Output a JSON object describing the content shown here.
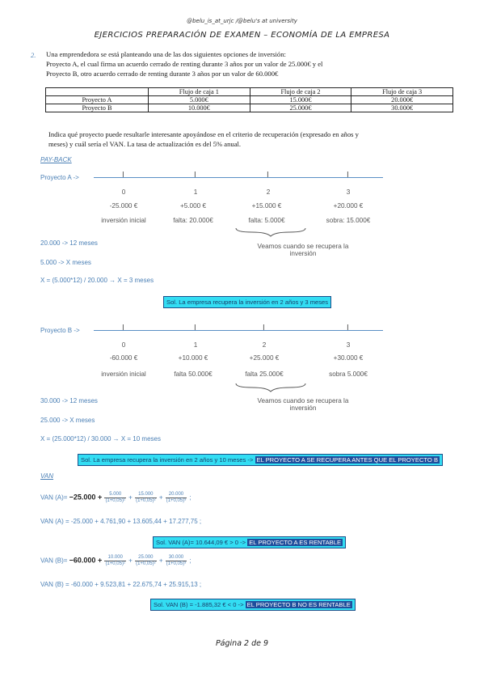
{
  "header": {
    "handle": "@belu_is_at_urjc  /@belu's at university",
    "title": "EJERCICIOS PREPARACIÓN DE EXAMEN – ECONOMÍA DE LA EMPRESA"
  },
  "question": {
    "number": "2.",
    "lines": [
      "Una emprendedora se está planteando una de las dos siguientes opciones de inversión:",
      "Proyecto A, el cual firma un acuerdo cerrado de renting durante 3 años por un valor de 25.000€ y el",
      "Proyecto B, otro acuerdo cerrado de renting durante 3 años por un valor de 60.000€"
    ]
  },
  "table": {
    "headers": [
      "",
      "Flujo de caja 1",
      "Flujo de caja 2",
      "Flujo de caja 3"
    ],
    "rows": [
      [
        "Proyecto A",
        "5.000€",
        "15.000€",
        "20.000€"
      ],
      [
        "Proyecto B",
        "10.000€",
        "25.000€",
        "30.000€"
      ]
    ]
  },
  "prompt": [
    "Indica qué proyecto puede resultarle interesante apoyándose en el criterio de recuperación (expresado en años y",
    "meses) y cuál sería el VAN. La tasa de actualización es del 5% anual."
  ],
  "payback": {
    "heading": "PAY-BACK",
    "projA": {
      "label": "Proyecto A ->",
      "years": [
        "0",
        "1",
        "2",
        "3"
      ],
      "flows": [
        "-25.000 €",
        "+5.000 €",
        "+15.000 €",
        "+20.000 €"
      ],
      "notes": [
        "inversión inicial",
        "falta: 20.000€",
        "falta: 5.000€",
        "sobra: 15.000€"
      ],
      "brace": [
        "Veamos cuando se recupera la",
        "inversión"
      ],
      "calc": [
        "20.000 -> 12 meses",
        "5.000 -> X meses",
        "X = (5.000*12) / 20.000  →  X = 3 meses"
      ],
      "sol": "Sol. La empresa recupera la inversión en 2 años y 3 meses"
    },
    "projB": {
      "label": "Proyecto B ->",
      "years": [
        "0",
        "1",
        "2",
        "3"
      ],
      "flows": [
        "-60.000 €",
        "+10.000 €",
        "+25.000 €",
        "+30.000 €"
      ],
      "notes": [
        "inversión inicial",
        "falta 50.000€",
        "falta 25.000€",
        "sobra 5.000€"
      ],
      "brace": [
        "Veamos cuando se recupera la",
        "inversión"
      ],
      "calc": [
        "30.000 -> 12 meses",
        "25.000 -> X meses",
        "X = (25.000*12) / 30.000  →  X = 10 meses"
      ],
      "sol": "Sol. La empresa recupera la inversión en 2 años y 10 meses ->",
      "sol_dark": "EL PROYECTO A SE RECUPERA ANTES QUE EL PROYECTO B"
    }
  },
  "van": {
    "heading": "VAN",
    "a_prefix": "VAN (A)=",
    "a_init": "−25.000 +",
    "a_nums": [
      "5.000",
      "15.000",
      "20.000"
    ],
    "a_dens": [
      "(1+0,05)¹",
      "(1+0,05)²",
      "(1+0,05)³"
    ],
    "a_line2": "VAN (A) = -25.000 + 4.761,90 + 13.605,44 + 17.277,75 ;",
    "a_sol": "Sol. VAN (A)= 10.644,09 € > 0 ->",
    "a_sol_dark": "EL PROYECTO A ES RENTABLE",
    "b_prefix": "VAN (B)=",
    "b_init": "−60.000 +",
    "b_nums": [
      "10.000",
      "25.000",
      "30.000"
    ],
    "b_dens": [
      "(1+0,05)¹",
      "(1+0,05)²",
      "(1+0,05)³"
    ],
    "b_line2": "VAN (B) = -60.000 + 9.523,81 + 22.675,74 + 25.915,13 ;",
    "b_sol": "Sol. VAN (B) = -1.885,32 € < 0 ->",
    "b_sol_dark": "EL PROYECTO B NO ES RENTABLE"
  },
  "footer": {
    "page": "Página 2 de 9"
  }
}
